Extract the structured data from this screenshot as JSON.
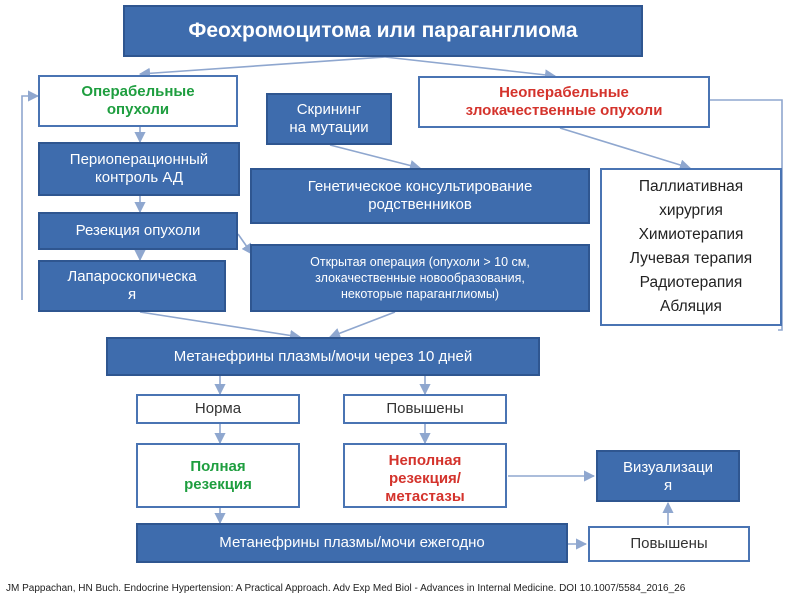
{
  "colors": {
    "box_blue": "#3e6cad",
    "box_border": "#4a74b3",
    "operable_green": "#1e9e3f",
    "inoperable_red": "#d4332c",
    "arrow": "#8fa7cf"
  },
  "diagram": {
    "title": "Феохромоцитома или параганглиома",
    "operable": "Операбельные\nопухоли",
    "screening": "Скрининг\nна мутации",
    "inoperable": "Неоперабельные\nзлокачественные опухоли",
    "periop": "Периоперационный\nконтроль АД",
    "genetic": "Генетическое консультирование\nродственников",
    "palliative": "Паллиативная\nхирургия\nХимиотерапия\nЛучевая терапия\nРадиотерапия\nАбляция",
    "resection": "Резекция опухоли",
    "laparoscopic": "Лапароскопическа\nя",
    "open_surgery": "Открытая операция (опухоли > 10 см,\nзлокачественные новообразования,\nнекоторые параганглиомы)",
    "metanephrines_10d": "Метанефрины плазмы/мочи через 10 дней",
    "normal": "Норма",
    "elevated_1": "Повышены",
    "complete": "Полная\nрезекция",
    "incomplete": "Неполная\nрезекция/\nметастазы",
    "imaging": "Визуализаци\nя",
    "metanephrines_yearly": "Метанефрины плазмы/мочи ежегодно",
    "elevated_2": "Повышены"
  },
  "citation": "JM Pappachan, HN Buch. Endocrine Hypertension: A Practical Approach. Adv Exp Med Biol - Advances in Internal Medicine. DOI 10.1007/5584_2016_26"
}
